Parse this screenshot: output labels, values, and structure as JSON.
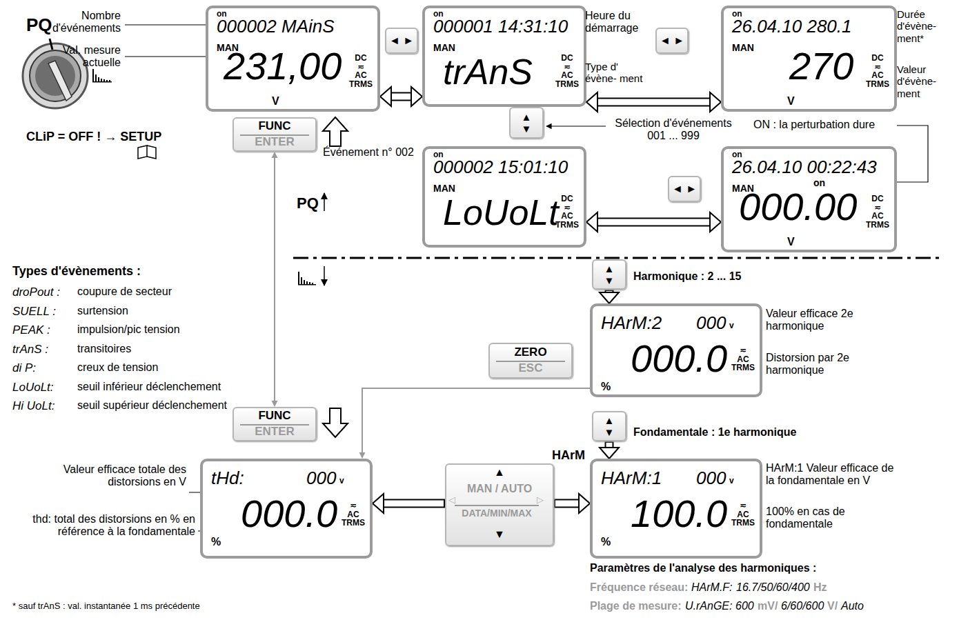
{
  "diagram": {
    "nodes": [
      {
        "text": [
          "on",
          "000002 MAinS",
          "MAN",
          "231,00",
          "V",
          "DC ≂ AC TRMS"
        ]
      },
      {
        "text": [
          "◄ ►"
        ]
      },
      {
        "text": [
          "on",
          "000001 14:31:10",
          "MAN",
          "trAnS",
          "DC ≂ AC TRMS"
        ]
      },
      {
        "text": [
          "◄ ►"
        ]
      },
      {
        "text": [
          "on",
          "26.04.10 280.1",
          "MAN",
          "270",
          "V",
          "DC ≂ AC TRMS"
        ]
      },
      {
        "text": [
          "FUNC",
          "ENTER"
        ]
      },
      {
        "text": [
          "▲ ▼"
        ]
      },
      {
        "text": [
          "on",
          "000002 15:01:10",
          "MAN",
          "LoUoLt",
          "DC ≂ AC TRMS"
        ]
      },
      {
        "text": [
          "◄ ►"
        ]
      },
      {
        "text": [
          "on",
          "26.04.10 00:22:43",
          "MAN",
          "on",
          "000.00",
          "V",
          "DC ≂ AC TRMS"
        ]
      },
      {
        "text": [
          "▲ ▼"
        ]
      },
      {
        "text": [
          "ZERO",
          "ESC"
        ]
      },
      {
        "text": [
          "HArM:2",
          "000",
          "v",
          "000.0",
          "%",
          "≂ AC TRMS"
        ]
      },
      {
        "text": [
          "▲ ▼"
        ]
      },
      {
        "text": [
          "FUNC",
          "ENTER"
        ]
      },
      {
        "text": [
          "tHd:",
          "000",
          "v",
          "000.0",
          "%",
          "≂ AC TRMS"
        ]
      },
      {
        "text": [
          "▲",
          "MAN / AUTO",
          "DATA/MIN/MAX",
          "▼",
          "◁",
          "▷"
        ]
      },
      {
        "text": [
          "HArM:1",
          "000",
          "v",
          "100.0",
          "%",
          "≂ AC TRMS"
        ]
      }
    ],
    "edges": [
      {
        "from": 0,
        "to": 2,
        "arrow": "both"
      },
      {
        "from": 2,
        "to": 4,
        "arrow": "both"
      },
      {
        "from": 7,
        "to": 9,
        "arrow": "both"
      },
      {
        "from": 5,
        "to": 14,
        "arrow": "both"
      },
      {
        "from": 10,
        "to": 12,
        "arrow": "to"
      },
      {
        "from": 12,
        "to": 15,
        "arrow": "to"
      },
      {
        "from": 13,
        "to": 17,
        "arrow": "to"
      },
      {
        "from": 16,
        "to": 15,
        "arrow": "to"
      },
      {
        "from": 16,
        "to": 17,
        "arrow": "to"
      }
    ],
    "labels": [
      "PQ",
      "Nombre d'événements",
      "Val. mesure actuelle",
      "CLiP = OFF ! → SETUP",
      "Heure du démarrage",
      "Type d' évène- ment",
      "Durée d'évène- ment*",
      "Valeur d'évène- ment",
      "Sélection d'événements 001 ... 999",
      "ON : la perturbation dure",
      "Événement n° 002",
      "Types d'évènements :",
      "droPout :",
      "coupure de secteur",
      "SUELL :",
      "surtension",
      "PEAK :",
      "impulsion/pic tension",
      "trAnS :",
      "transitoires",
      "di P:",
      "creux de tension",
      "LoUoLt:",
      "seuil inférieur déclenchement",
      "Hi UoLt:",
      "seuil supérieur déclenchement",
      "PQ",
      "Harmonique : 2 ... 15",
      "Valeur efficace 2e harmonique",
      "Distorsion par 2e harmonique",
      "Fondamentale : 1e harmonique",
      "HArM:1 Valeur efficace de la fondamentale en V",
      "100% en cas de fondamentale",
      "HArM",
      "Valeur efficace totale des distorsions en V",
      "thd: total des distorsions en % en référence à la fondamentale",
      "Paramètres de l'analyse des harmoniques :",
      "Fréquence réseau:",
      "HArM.F:",
      "16.7/50/60/400",
      "Hz",
      "Plage de mesure:",
      "U.rAnGE:",
      "600",
      "mV/",
      "6/60/600",
      "V/",
      "Auto",
      "* sauf trAnS : val. instantanée 1 ms précédente"
    ]
  }
}
